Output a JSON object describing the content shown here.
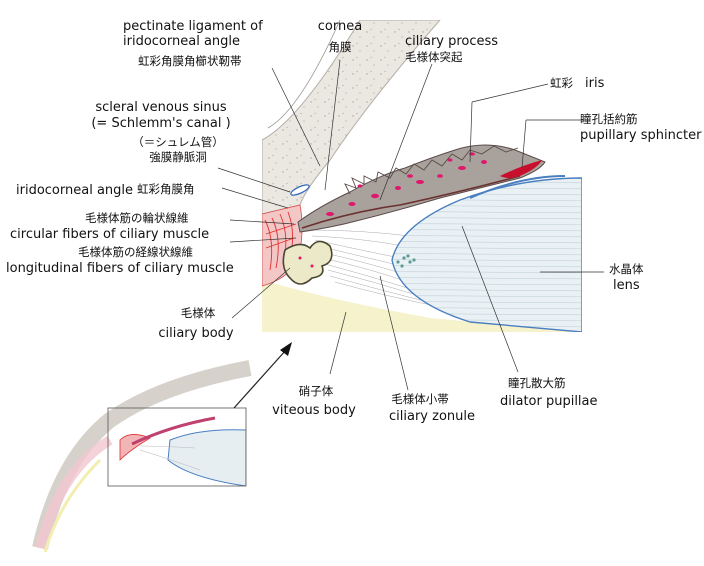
{
  "labels": {
    "pectinate_en_1": "pectinate ligament of",
    "pectinate_en_2": "iridocorneal angle",
    "pectinate_jp": "虹彩角膜角櫛状靭帯",
    "cornea_en": "cornea",
    "cornea_jp": "角膜",
    "ciliary_process_en": "ciliary process",
    "ciliary_process_jp": "毛様体突起",
    "iris_jp": "虹彩",
    "iris_en": "iris",
    "sphincter_jp": "瞳孔括約筋",
    "sphincter_en": "pupillary sphincter",
    "scleral_en_1": "scleral venous sinus",
    "scleral_en_2": "(= Schlemm's canal )",
    "scleral_jp_1": "（＝シュレム管）",
    "scleral_jp_2": "強膜静脈洞",
    "angle_en": "iridocorneal angle",
    "angle_jp": "虹彩角膜角",
    "circular_jp": "毛様体筋の輪状線維",
    "circular_en": "circular fibers of ciliary muscle",
    "longitudinal_jp": "毛様体筋の経線状線維",
    "longitudinal_en": "longitudinal fibers of ciliary muscle",
    "lens_jp": "水晶体",
    "lens_en": "lens",
    "ciliary_body_jp": "毛様体",
    "ciliary_body_en": "ciliary body",
    "vitreous_jp": "硝子体",
    "vitreous_en": "viteous body",
    "zonule_jp": "毛様体小帯",
    "zonule_en": "ciliary zonule",
    "dilator_jp": "瞳孔散大筋",
    "dilator_en": "dilator pupillae"
  },
  "colors": {
    "leader": "#333333",
    "sclera": "#d9d6d0",
    "iris_stroma": "#9e9690",
    "iris_pigment": "#e0176e",
    "sphincter": "#c8102e",
    "lens_fill": "#eaf1f4",
    "lens_edge": "#4a7fc0",
    "vitreous": "#f2eec2",
    "ciliary_muscle": "#e03030",
    "ciliary_process": "#c9c58a"
  },
  "icons": {
    "zoom_arrow": "arrow-up-icon"
  }
}
